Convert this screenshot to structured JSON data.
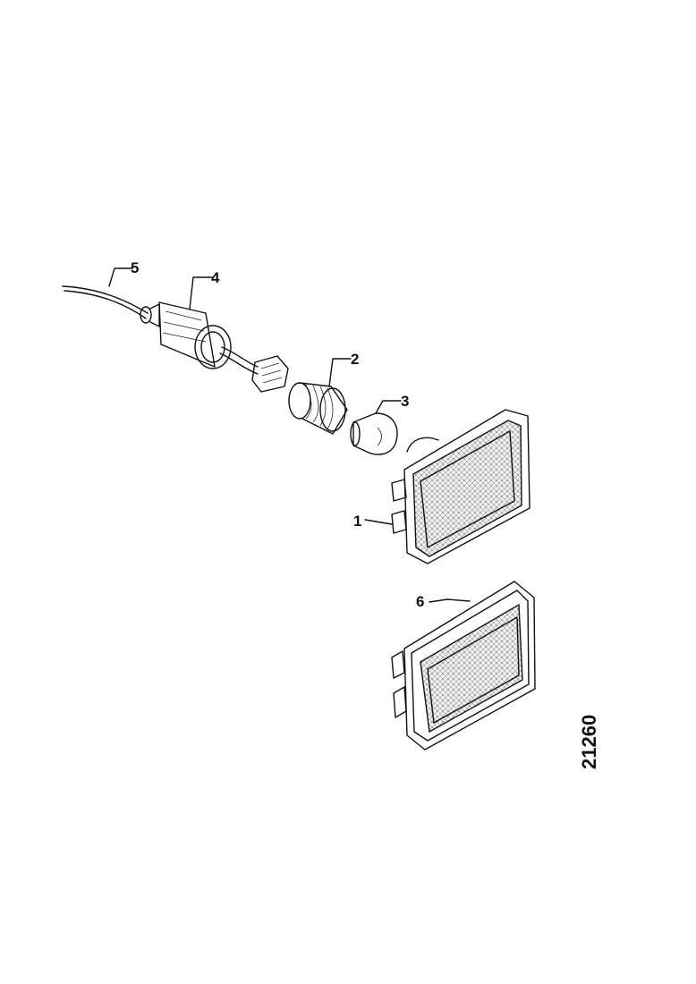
{
  "callouts": {
    "c1": "1",
    "c2": "2",
    "c3": "3",
    "c4": "4",
    "c5": "5",
    "c6": "6"
  },
  "figure_number": "21260"
}
